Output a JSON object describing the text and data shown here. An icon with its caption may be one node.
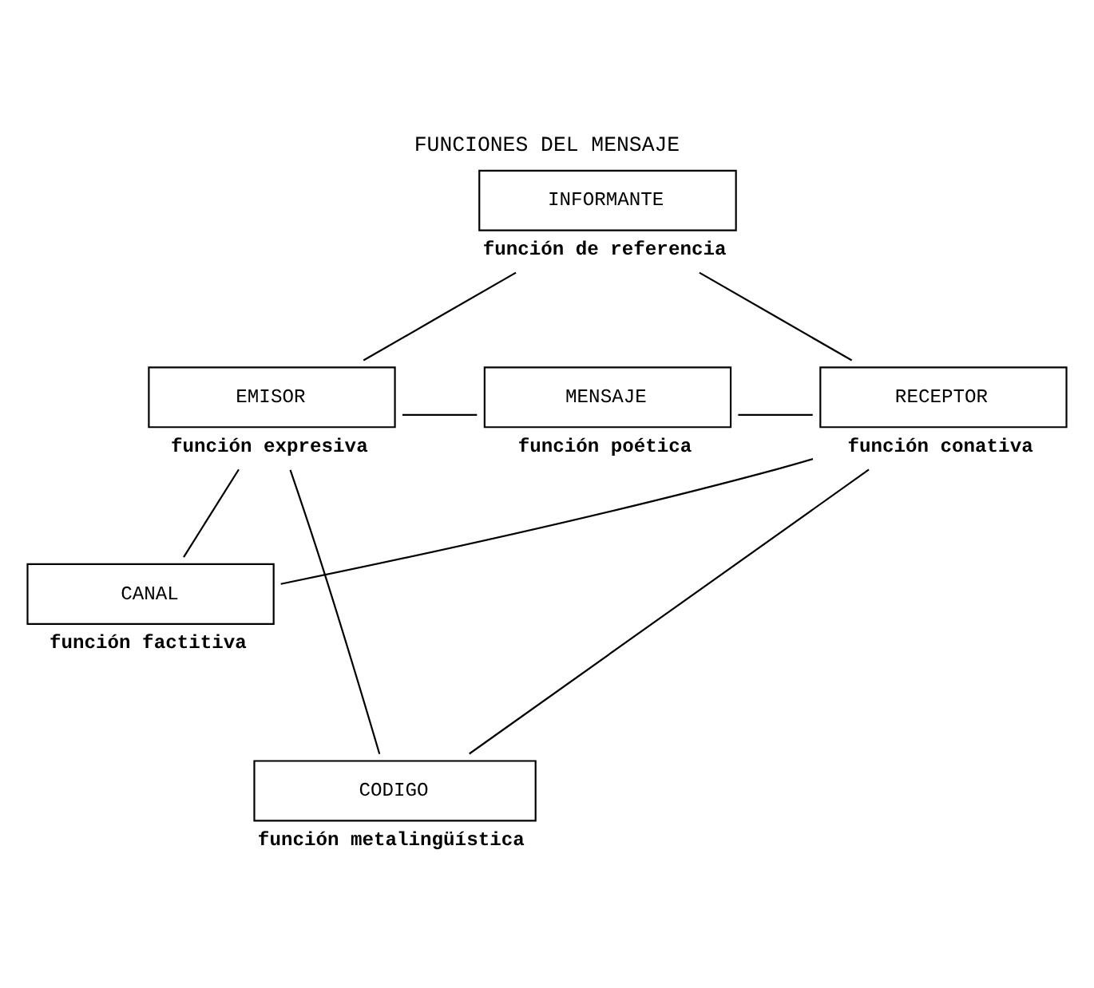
{
  "diagram": {
    "title": "FUNCIONES DEL MENSAJE",
    "nodes": [
      {
        "text": [
          "INFORMANTE"
        ],
        "beside": [
          "función de referencia"
        ]
      },
      {
        "text": [
          "EMISOR"
        ],
        "beside": [
          "función expresiva"
        ]
      },
      {
        "text": [
          "MENSAJE"
        ],
        "beside": [
          "función poética"
        ]
      },
      {
        "text": [
          "RECEPTOR"
        ],
        "beside": [
          "función conativa"
        ]
      },
      {
        "text": [
          "CANAL"
        ],
        "beside": [
          "función factitiva"
        ]
      },
      {
        "text": [
          "CODIGO"
        ],
        "beside": [
          "función metalingüística"
        ]
      }
    ],
    "edges": [
      {
        "from": 0,
        "to": 1,
        "arrow": "none"
      },
      {
        "from": 0,
        "to": 3,
        "arrow": "none"
      },
      {
        "from": 1,
        "to": 2,
        "arrow": "none"
      },
      {
        "from": 2,
        "to": 3,
        "arrow": "none"
      },
      {
        "from": 1,
        "to": 4,
        "arrow": "none"
      },
      {
        "from": 1,
        "to": 5,
        "arrow": "none"
      },
      {
        "from": 4,
        "to": 3,
        "arrow": "none"
      },
      {
        "from": 5,
        "to": 3,
        "arrow": "none"
      }
    ]
  }
}
